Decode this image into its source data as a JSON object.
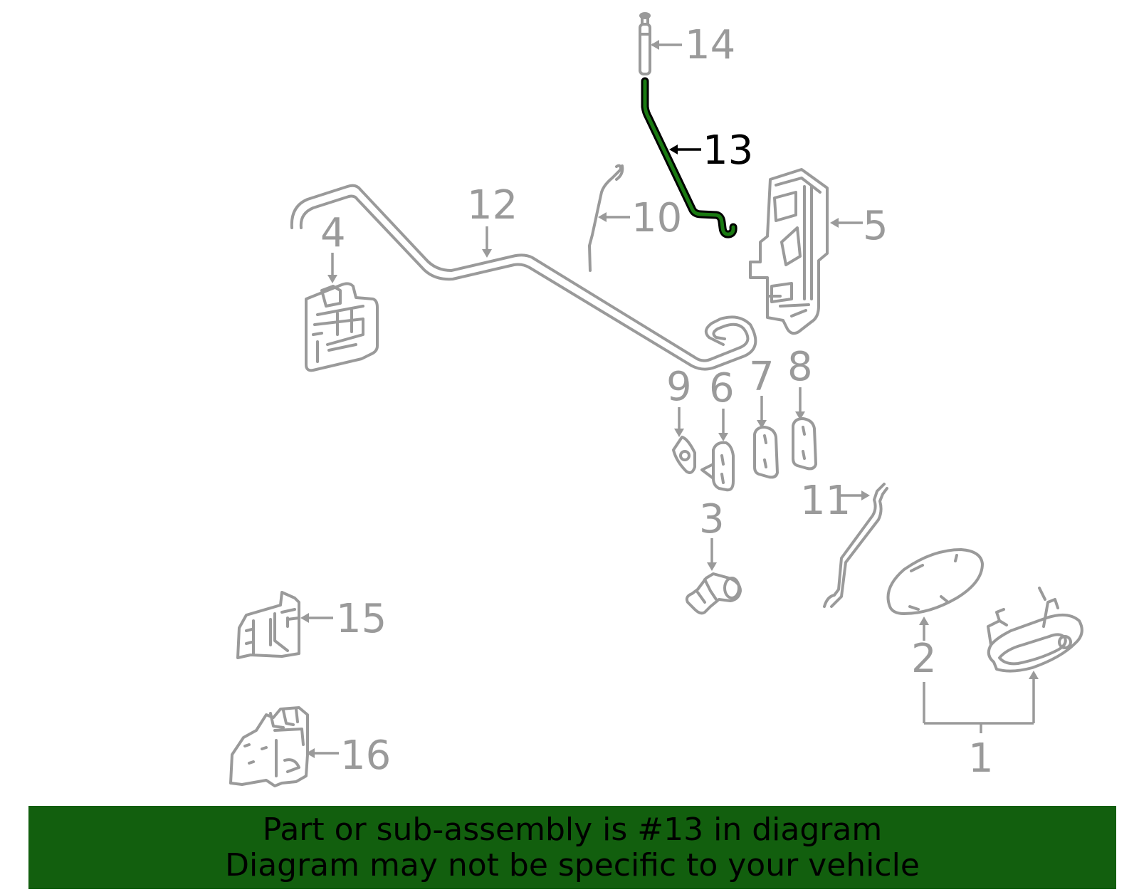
{
  "diagram": {
    "highlighted_part": "13",
    "highlight_color": "#1a7a12",
    "part_color": "#9a9a9a",
    "callouts": [
      "1",
      "2",
      "3",
      "4",
      "5",
      "6",
      "7",
      "8",
      "9",
      "10",
      "11",
      "12",
      "13",
      "14",
      "15",
      "16"
    ]
  },
  "banner": {
    "background": "#125f0e",
    "line1": "Part or sub-assembly is #13 in diagram",
    "line2": "Diagram may not be specific to your vehicle"
  }
}
